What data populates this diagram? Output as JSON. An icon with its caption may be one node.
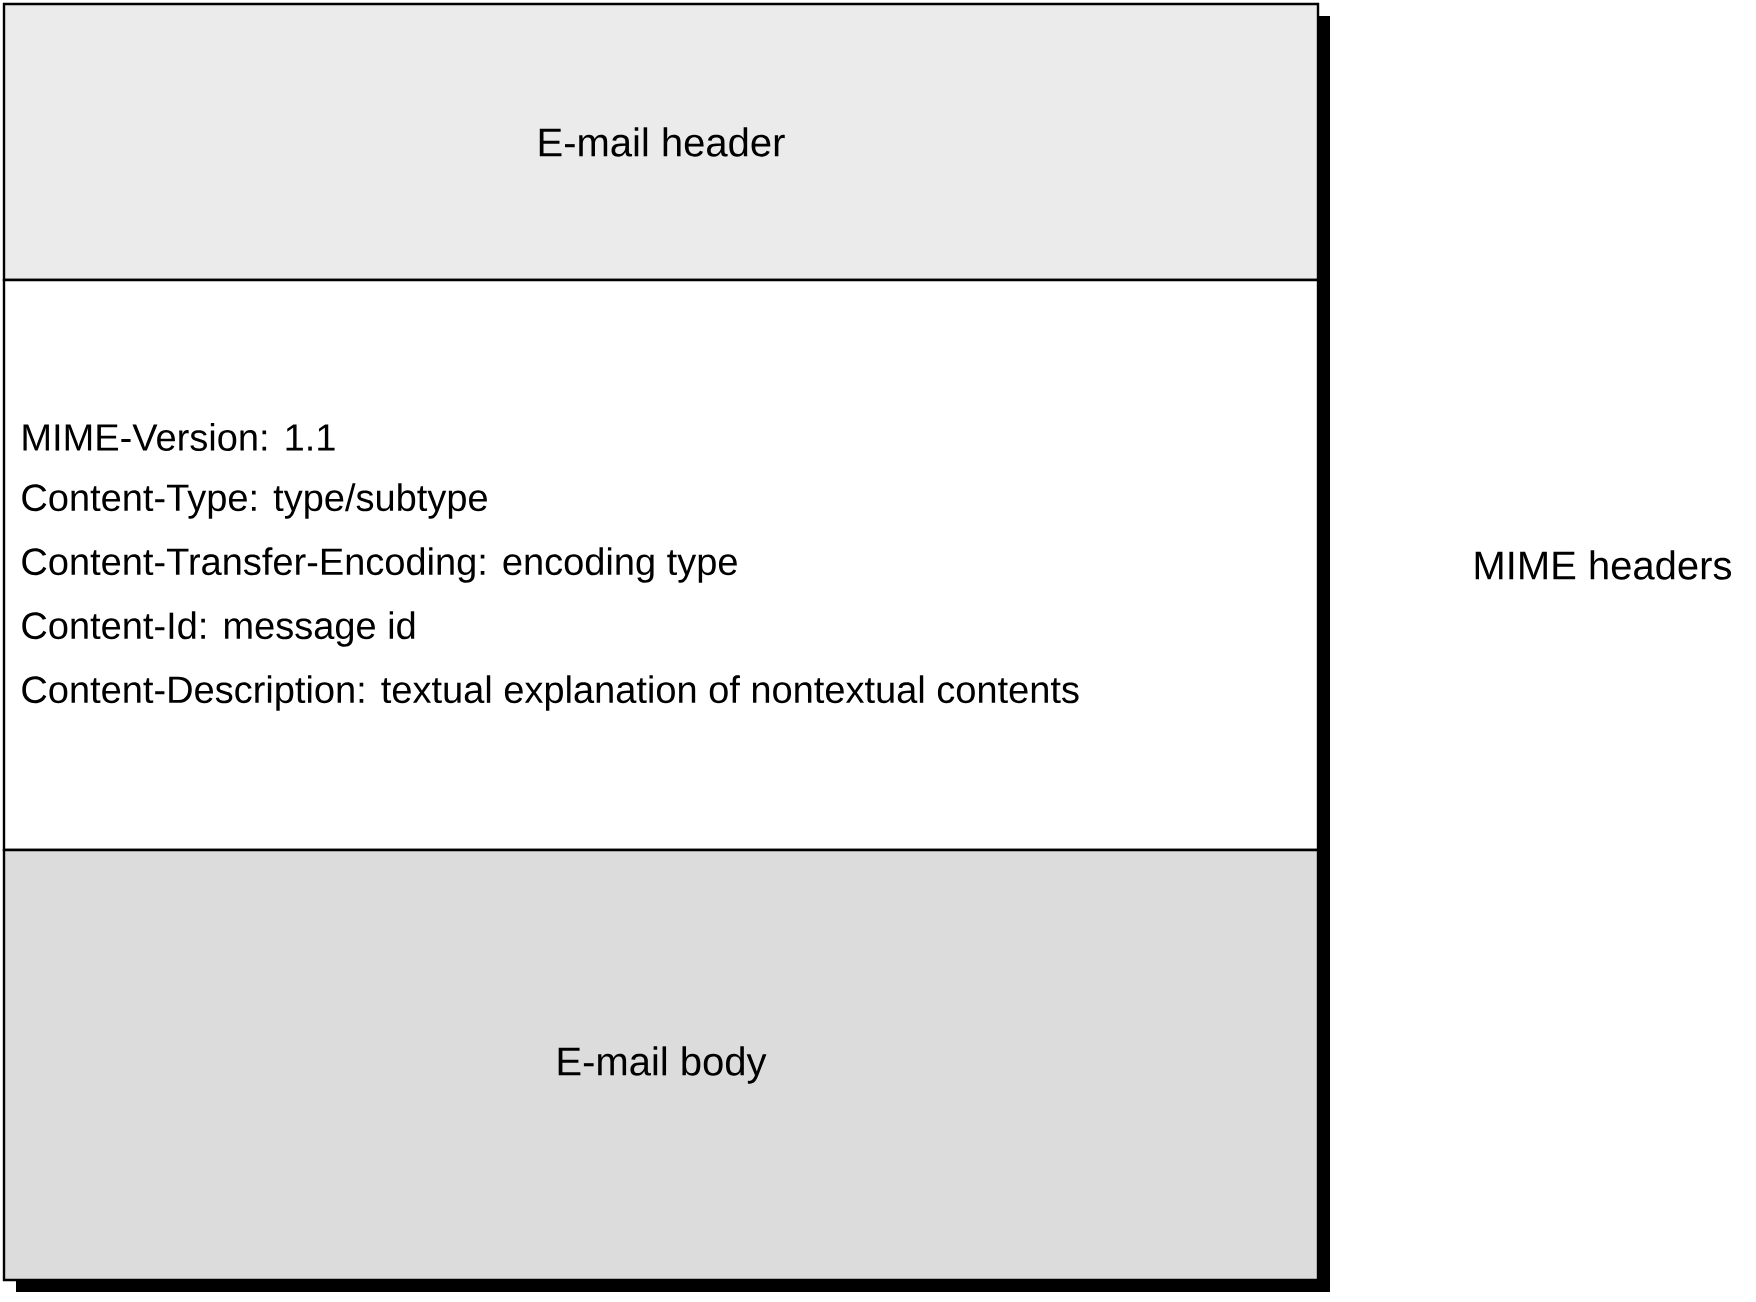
{
  "diagram": {
    "nodes": [
      {
        "text": [
          "E-mail header"
        ]
      },
      {
        "text": [
          "MIME-Version: 1.1",
          "Content-Type: type/subtype",
          "Content-Transfer-Encoding: encoding type",
          "Content-Id: message id",
          "Content-Description: textual explanation of nontextual contents"
        ],
        "beside": [
          "MIME headers"
        ]
      },
      {
        "text": [
          "E-mail body"
        ]
      }
    ]
  }
}
